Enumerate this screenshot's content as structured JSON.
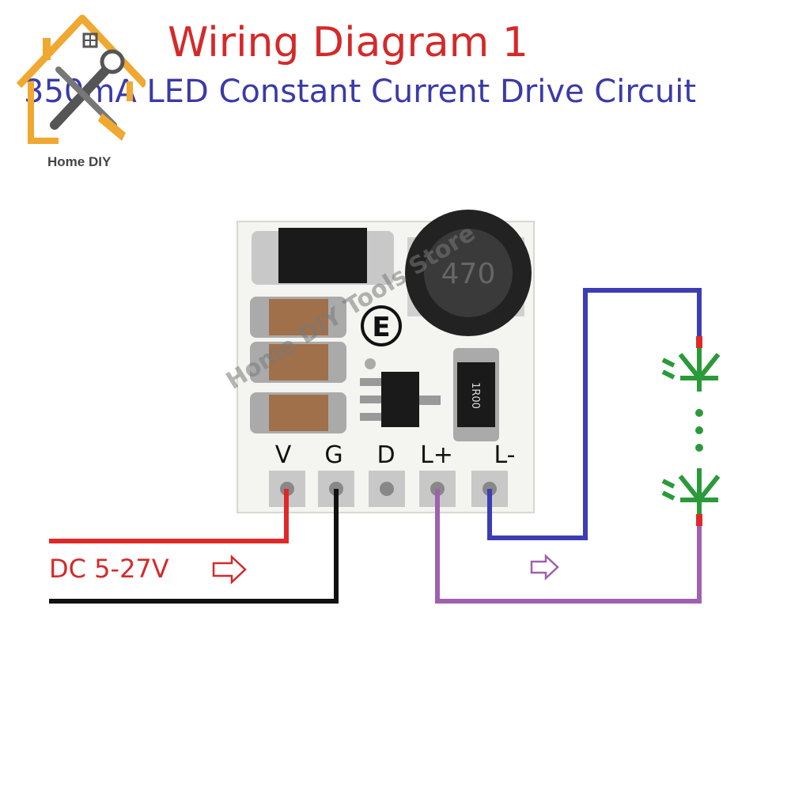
{
  "header": {
    "title": "Wiring Diagram 1",
    "subtitle": "350mA LED Constant Current Drive Circuit"
  },
  "logo": {
    "text": "Home DIY",
    "icon": "house-wrench-icon"
  },
  "board": {
    "pins": [
      "V",
      "G",
      "D",
      "L+",
      "L-"
    ],
    "marking": "E",
    "inductor_code": "470",
    "resistor_code": "1R00"
  },
  "wiring": {
    "supply_label": "DC 5-27V",
    "colors": {
      "positive": "#e02828",
      "ground": "#111111",
      "led_minus": "#3c3cb4",
      "led_plus": "#a060b0",
      "led": "#2a9a3a"
    }
  },
  "watermark": "Home DIY Tools Store"
}
